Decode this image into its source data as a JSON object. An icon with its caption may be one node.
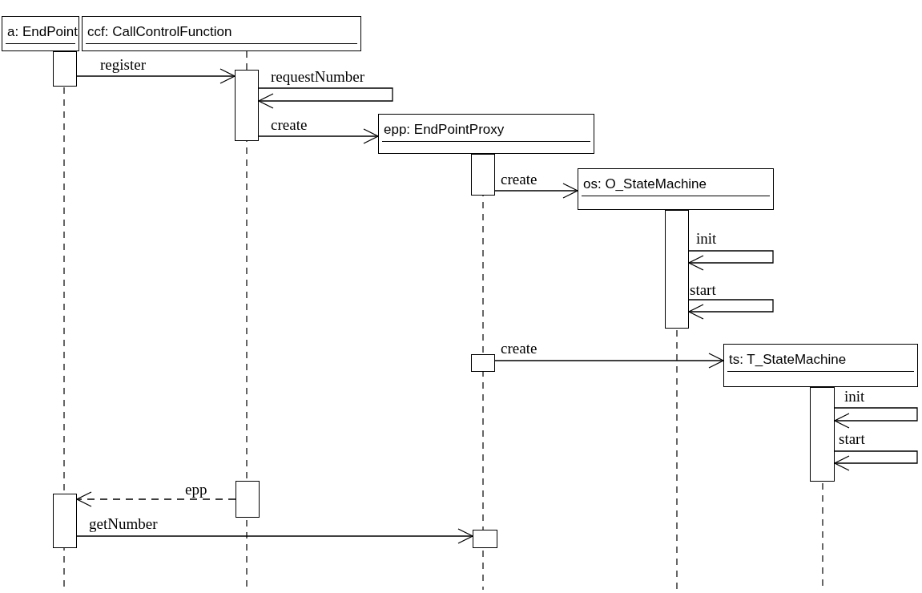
{
  "diagram": {
    "nodes": [
      {
        "text": [
          "a: EndPoint"
        ]
      },
      {
        "text": [
          "ccf: CallControlFunction"
        ]
      },
      {
        "text": [
          "epp: EndPointProxy"
        ]
      },
      {
        "text": [
          "os: O_StateMachine"
        ]
      },
      {
        "text": [
          "ts: T_StateMachine"
        ]
      },
      {
        "text": [],
        "shape": "bar"
      },
      {
        "text": [],
        "shape": "bar"
      },
      {
        "text": [],
        "shape": "bar"
      },
      {
        "text": [],
        "shape": "bar"
      },
      {
        "text": [],
        "shape": "bar"
      },
      {
        "text": [],
        "shape": "bar"
      },
      {
        "text": [],
        "shape": "bar"
      },
      {
        "text": [],
        "shape": "bar"
      },
      {
        "text": [],
        "shape": "bar"
      }
    ],
    "edges": [
      {
        "from": 5,
        "to": 6,
        "arrow": "to",
        "label": "register"
      },
      {
        "from": 6,
        "to": 6,
        "arrow": "to",
        "label": "requestNumber"
      },
      {
        "from": 6,
        "to": 2,
        "arrow": "to",
        "label": "create"
      },
      {
        "from": 7,
        "to": 3,
        "arrow": "to",
        "label": "create"
      },
      {
        "from": 8,
        "to": 8,
        "arrow": "to",
        "label": "init"
      },
      {
        "from": 8,
        "to": 8,
        "arrow": "to",
        "label": "start"
      },
      {
        "from": 9,
        "to": 4,
        "arrow": "to",
        "label": "create"
      },
      {
        "from": 10,
        "to": 10,
        "arrow": "to",
        "label": "init"
      },
      {
        "from": 10,
        "to": 10,
        "arrow": "to",
        "label": "start"
      },
      {
        "from": 11,
        "to": 12,
        "arrow": "to",
        "label": "epp",
        "style": "dashed"
      },
      {
        "from": 12,
        "to": 13,
        "arrow": "to",
        "label": "getNumber"
      }
    ]
  }
}
